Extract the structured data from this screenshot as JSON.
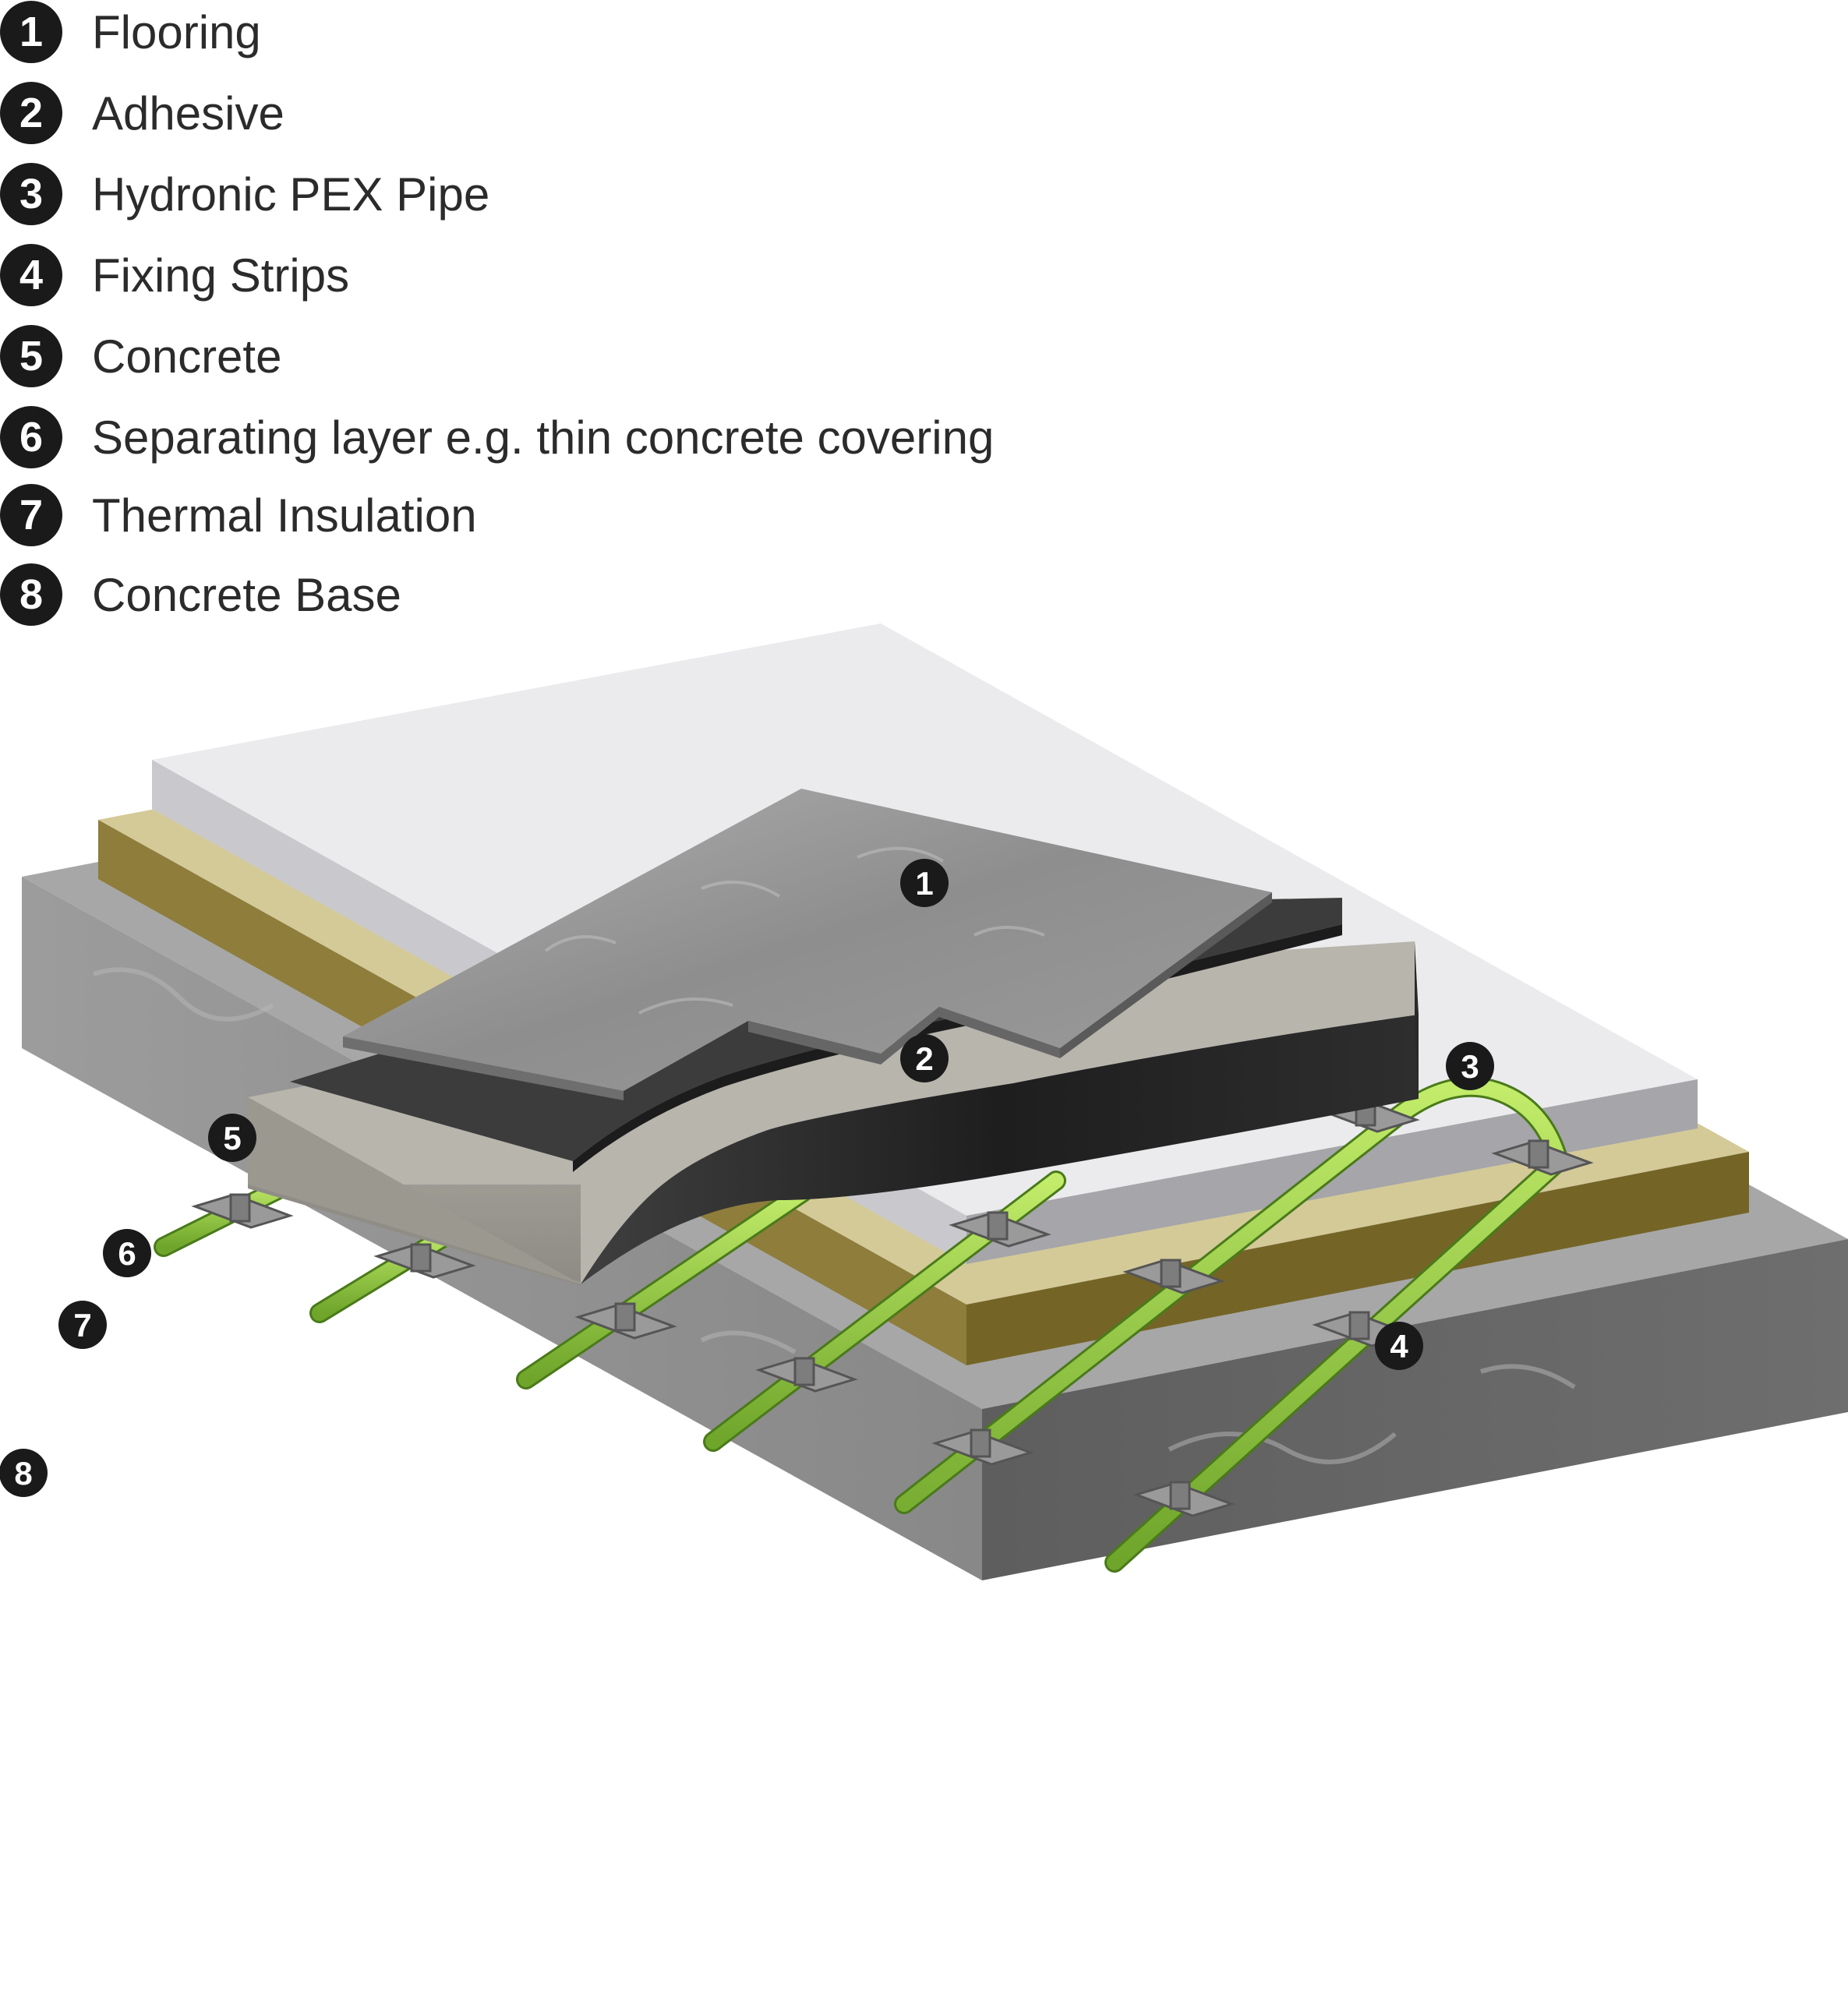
{
  "legend": [
    {
      "number": "1",
      "label": "Flooring"
    },
    {
      "number": "2",
      "label": "Adhesive"
    },
    {
      "number": "3",
      "label": "Hydronic PEX Pipe"
    },
    {
      "number": "4",
      "label": "Fixing Strips"
    },
    {
      "number": "5",
      "label": "Concrete"
    },
    {
      "number": "6",
      "label": "Separating layer e.g. thin concrete covering"
    },
    {
      "number": "7",
      "label": "Thermal Insulation"
    },
    {
      "number": "8",
      "label": "Concrete Base"
    }
  ],
  "colors": {
    "badge": "#1a1a1a",
    "pipe": "#8cc63f",
    "flooring": "#8a8a8a",
    "adhesive": "#3a3a3a",
    "concrete": "#b3b1a8",
    "separating_layer": "#e6e6e8",
    "insulation": "#cfc493",
    "base": "#9a9a9a",
    "clip": "#8f8f8f"
  }
}
